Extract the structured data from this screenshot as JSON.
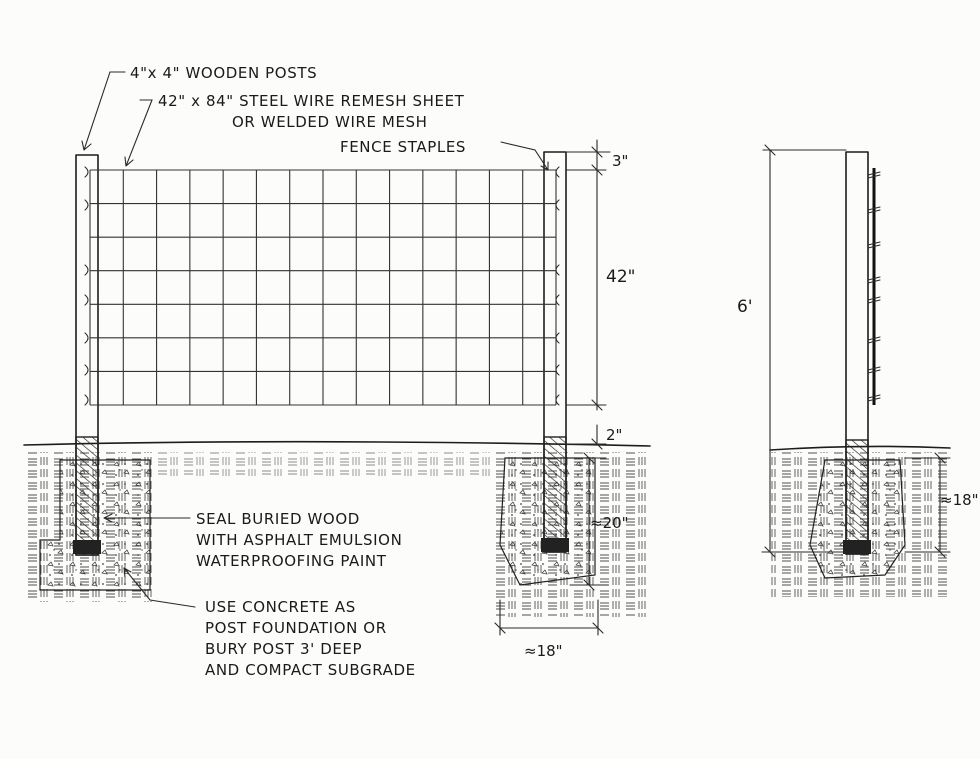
{
  "labels": {
    "posts": "4\"x 4\" WOODEN POSTS",
    "mesh_line1": "42\" x 84\" STEEL WIRE REMESH SHEET",
    "mesh_line2": "OR WELDED WIRE MESH",
    "staples": "FENCE STAPLES",
    "seal_line1": "SEAL BURIED WOOD",
    "seal_line2": "WITH ASPHALT EMULSION",
    "seal_line3": "WATERPROOFING PAINT",
    "concrete_line1": "USE CONCRETE AS",
    "concrete_line2": "POST FOUNDATION OR",
    "concrete_line3": "BURY POST 3' DEEP",
    "concrete_line4": "AND COMPACT SUBGRADE"
  },
  "dimensions": {
    "top_gap": "3\"",
    "mesh_height": "42\"",
    "ground_gap": "2\"",
    "front_depth": "≈20\"",
    "front_width": "≈18\"",
    "side_height": "6'",
    "side_depth": "≈18\""
  },
  "colors": {
    "ink": "#1d1d1d",
    "paper": "#fcfcfb"
  }
}
